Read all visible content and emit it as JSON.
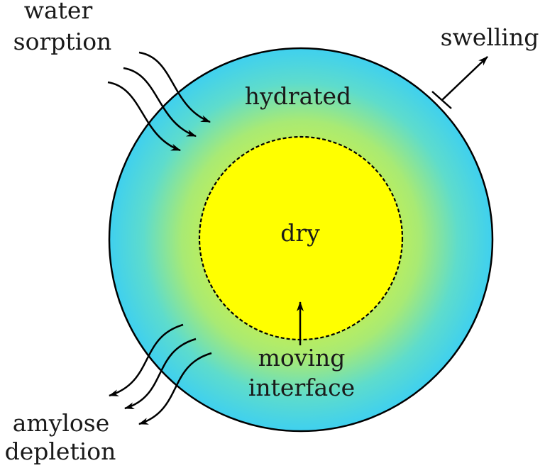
{
  "labels": {
    "water_sorption": [
      "water",
      "sorption"
    ],
    "swelling": "swelling",
    "hydrated": "hydrated",
    "dry": "dry",
    "moving_interface": [
      "moving",
      "interface"
    ],
    "amylose_depletion": [
      "amylose",
      "depletion"
    ]
  },
  "colors": {
    "outer": "#3fd0ef",
    "middle": "#a8ea74",
    "core": "#ffff00",
    "stroke": "#000000"
  }
}
